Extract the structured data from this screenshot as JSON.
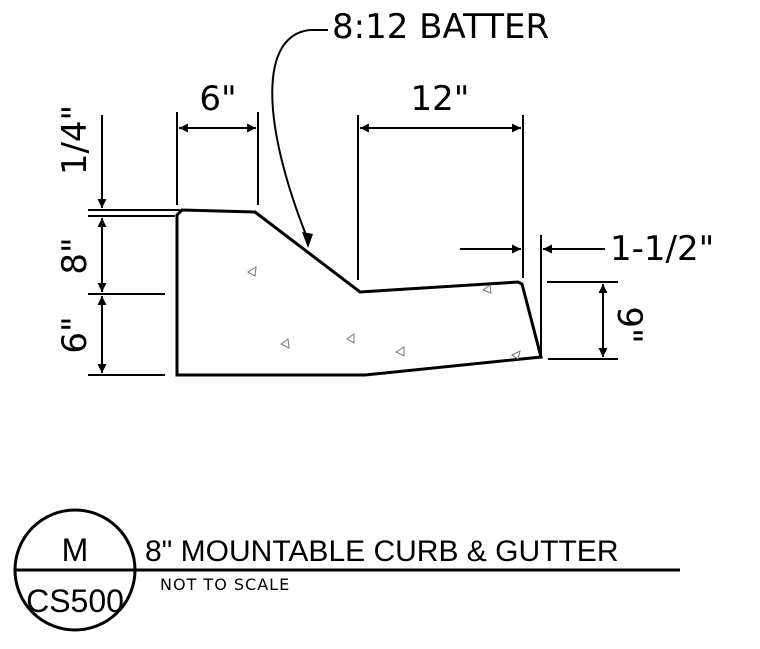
{
  "drawing": {
    "callout": "8:12 BATTER",
    "dim_top_left": "6\"",
    "dim_top_right": "12\"",
    "dim_vertical_quarter": "1/4\"",
    "dim_vertical_8": "8\"",
    "dim_vertical_6": "6\"",
    "dim_right_side": "1-1/2\"",
    "dim_right_vertical": "9\"",
    "title": "8\" MOUNTABLE CURB & GUTTER",
    "subtitle": "NOT TO SCALE",
    "bubble_top": "M",
    "bubble_bottom": "CS500"
  }
}
